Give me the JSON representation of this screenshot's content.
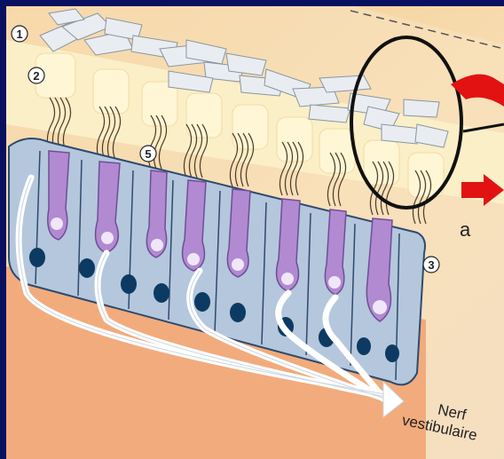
{
  "diagram": {
    "markers": [
      "1",
      "2",
      "3",
      "5"
    ],
    "direction_label": "a",
    "nerve_label_line1": "Nerf",
    "nerve_label_line2": "vestibulaire"
  },
  "colors": {
    "frame": "#0a1060",
    "background": "#f7ddb0",
    "membrane": "#fbeec0",
    "support_cells": "#b4c7dc",
    "hair_cells": "#b18ad1",
    "nuclei": "#0d3a62",
    "arrows": "#e21212",
    "highlight_circle": "#111111"
  }
}
